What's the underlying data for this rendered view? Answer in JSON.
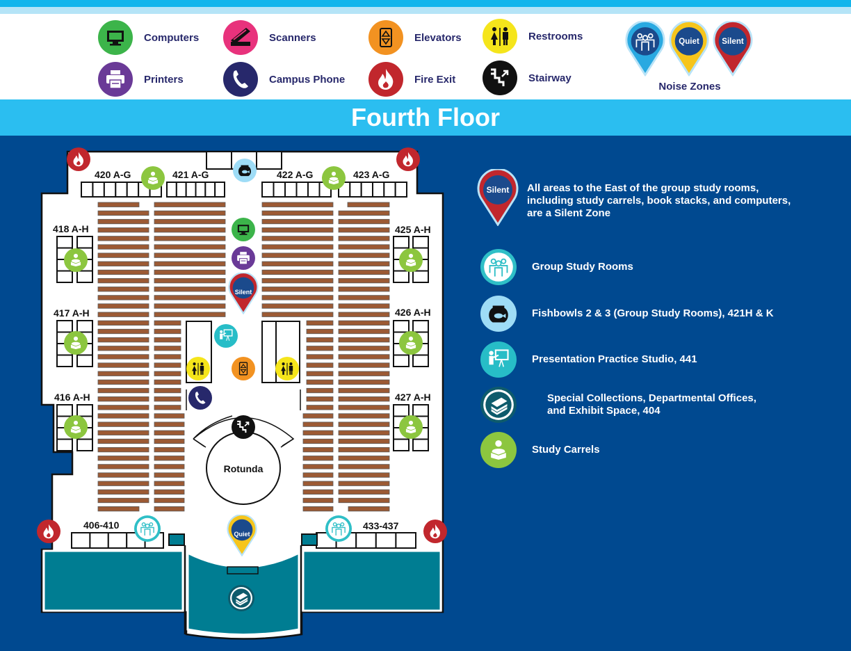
{
  "legend": {
    "computers": "Computers",
    "scanners": "Scanners",
    "elevators": "Elevators",
    "restrooms": "Restrooms",
    "printers": "Printers",
    "campus_phone": "Campus Phone",
    "fire_exit": "Fire Exit",
    "stairway": "Stairway",
    "noise_zones": "Noise Zones",
    "pin_quiet": "Quiet",
    "pin_silent": "Silent"
  },
  "title": "Fourth Floor",
  "map": {
    "rooms": {
      "r420": "420 A-G",
      "r421": "421 A-G",
      "r422": "422 A-G",
      "r423": "423 A-G",
      "r418": "418 A-H",
      "r417": "417 A-H",
      "r416": "416 A-H",
      "r425": "425 A-H",
      "r426": "426 A-H",
      "r427": "427 A-H",
      "r406": "406-410",
      "r433": "433-437",
      "rotunda": "Rotunda"
    },
    "pin_silent": "Silent",
    "pin_quiet": "Quiet"
  },
  "key": {
    "silent_pin": "Silent",
    "silent_line1": "All areas to the East of the group study rooms,",
    "silent_line2": "including study carrels, book stacks, and computers,",
    "silent_line3": "are a Silent Zone",
    "group_study": "Group Study Rooms",
    "fishbowls": "Fishbowls 2 & 3 (Group Study Rooms), 421H & K",
    "presentation": "Presentation Practice Studio, 441",
    "special_line1": "Special Collections, Departmental Offices,",
    "special_line2": "and Exhibit Space, 404",
    "carrels": "Study Carrels"
  },
  "colors": {
    "background": "#004990",
    "title_bar": "#2bbef0",
    "shelf": "#9c5a34",
    "teal_room": "#007d92",
    "silent": "#c1272d",
    "quiet": "#f6c51b"
  }
}
